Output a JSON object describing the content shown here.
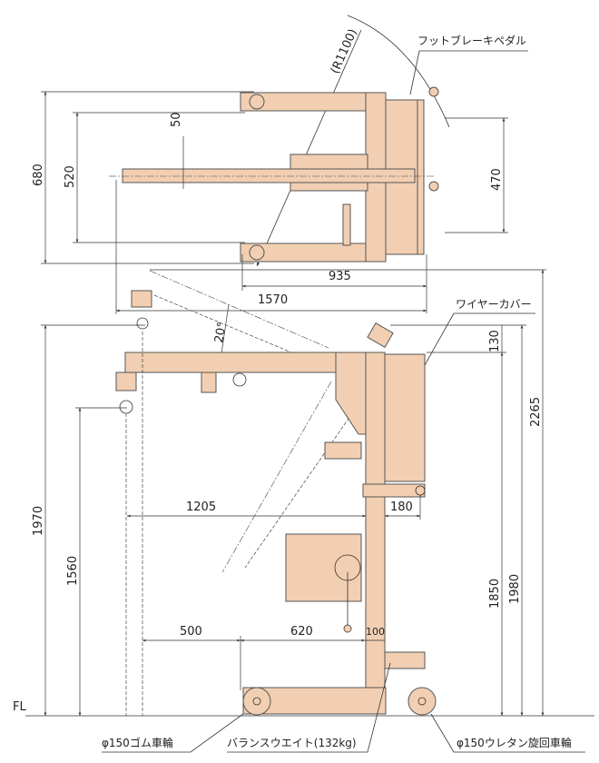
{
  "title": "Crane dimensional drawing",
  "colors": {
    "part_fill": "#f2cfb2",
    "line": "#333333"
  },
  "top_view": {
    "dims": {
      "d680": "680",
      "d520": "520",
      "d50": "50",
      "d470": "470",
      "d935": "935",
      "d1570": "1570",
      "radius": "(R1100)"
    },
    "labels": {
      "foot_brake": "フットブレーキペダル"
    }
  },
  "side_view": {
    "dims": {
      "d1970": "1970",
      "d1560": "1560",
      "d2265": "2265",
      "d1980": "1980",
      "d1850": "1850",
      "d130": "130",
      "d1205": "1205",
      "d180": "180",
      "d500": "500",
      "d620": "620",
      "d100": "100",
      "angle": "20°"
    },
    "labels": {
      "floor": "FL",
      "wire_cover": "ワイヤーカバー",
      "rubber_wheel": "φ150ゴム車輪",
      "balance_weight": "バランスウエイト(132kg)",
      "caster": "φ150ウレタン旋回車輪"
    }
  }
}
